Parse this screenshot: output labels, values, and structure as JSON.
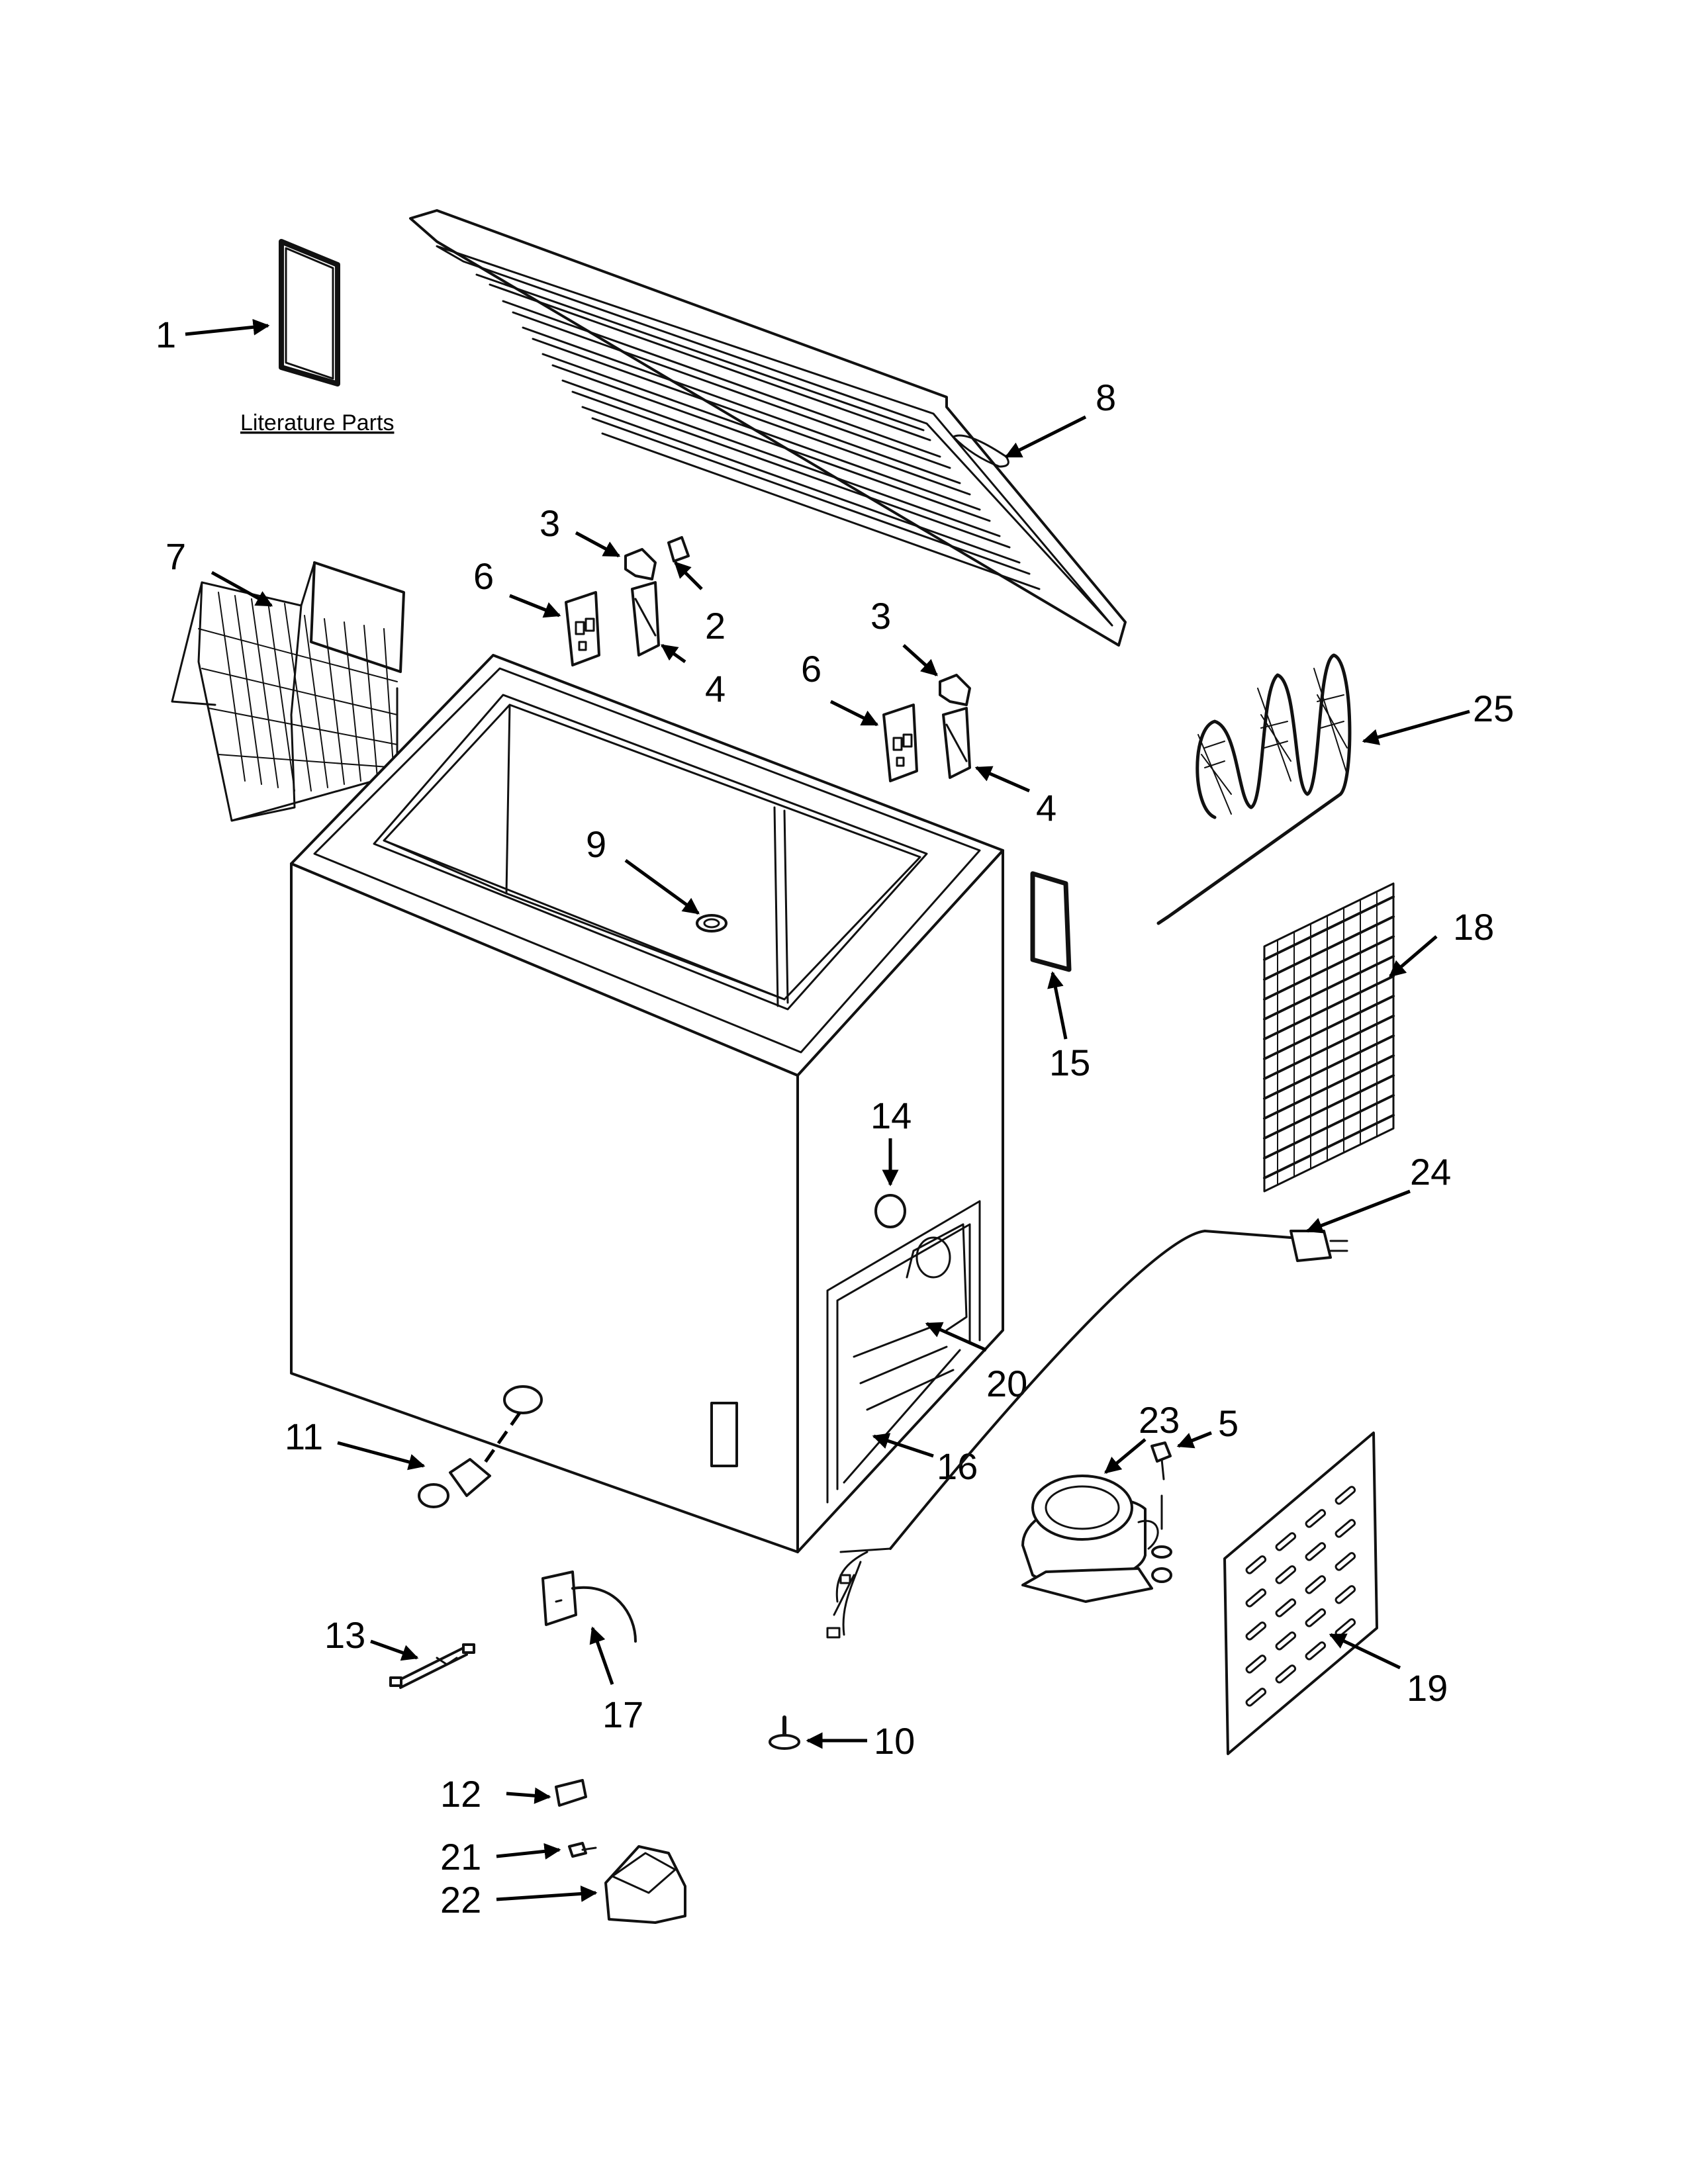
{
  "literature_label": "Literature Parts",
  "callouts": [
    "1",
    "2",
    "3",
    "3",
    "4",
    "4",
    "5",
    "6",
    "6",
    "7",
    "8",
    "9",
    "10",
    "11",
    "12",
    "13",
    "14",
    "15",
    "16",
    "17",
    "18",
    "19",
    "20",
    "21",
    "22",
    "23",
    "24",
    "25"
  ]
}
